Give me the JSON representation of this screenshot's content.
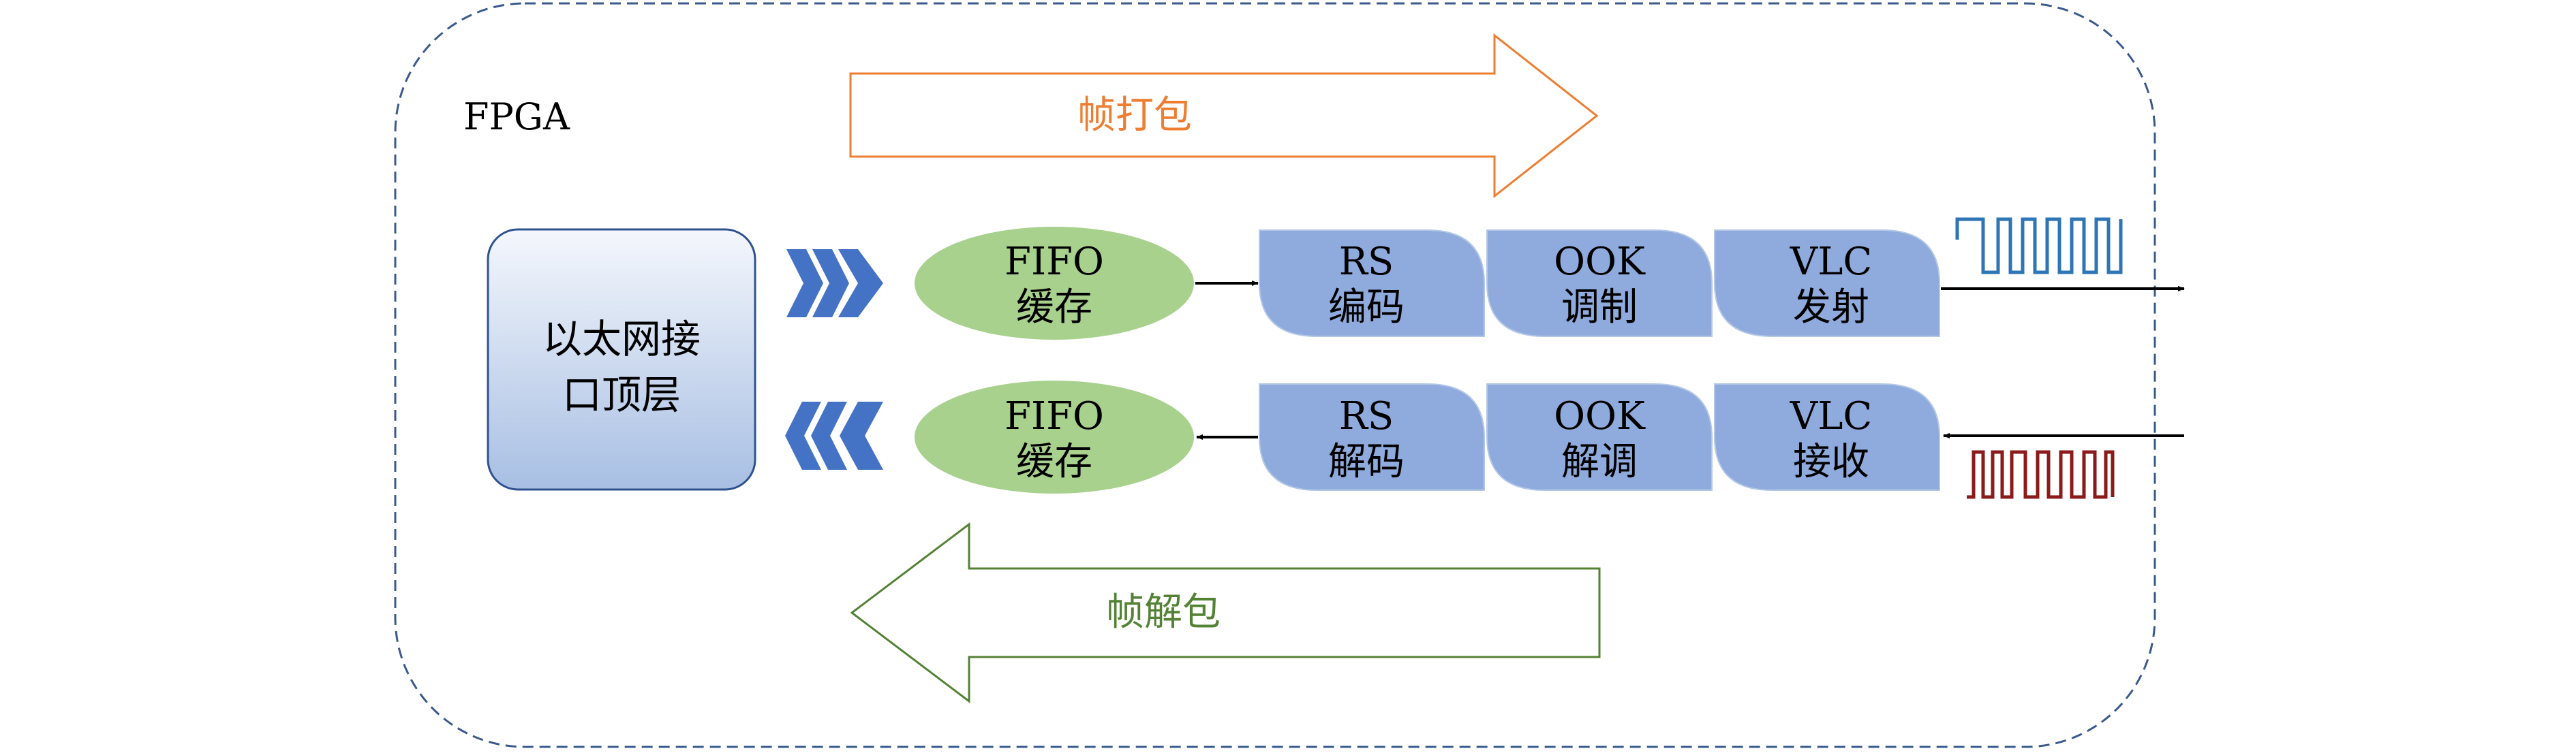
{
  "container": {
    "label": "FPGA"
  },
  "top_arrow": {
    "label": "帧打包"
  },
  "bottom_arrow": {
    "label": "帧解包"
  },
  "ethernet": {
    "line1": "以太网接",
    "line2": "口顶层"
  },
  "tx": {
    "fifo": {
      "line1": "FIFO",
      "line2": "缓存"
    },
    "rs": {
      "line1": "RS",
      "line2": "编码"
    },
    "ook": {
      "line1": "OOK",
      "line2": "调制"
    },
    "vlc": {
      "line1": "VLC",
      "line2": "发射"
    }
  },
  "rx": {
    "fifo": {
      "line1": "FIFO",
      "line2": "缓存"
    },
    "rs": {
      "line1": "RS",
      "line2": "解码"
    },
    "ook": {
      "line1": "OOK",
      "line2": "解调"
    },
    "vlc": {
      "line1": "VLC",
      "line2": "接收"
    }
  },
  "colors": {
    "container_border": "#3a5a8c",
    "top_arrow": "#ed7d31",
    "bottom_arrow": "#548235",
    "ellipse_fill": "#a9d18e",
    "block_fill": "#8faadc",
    "chevron": "#4472c4",
    "tx_signal": "#2e75b6",
    "rx_signal": "#8b1a1a"
  }
}
